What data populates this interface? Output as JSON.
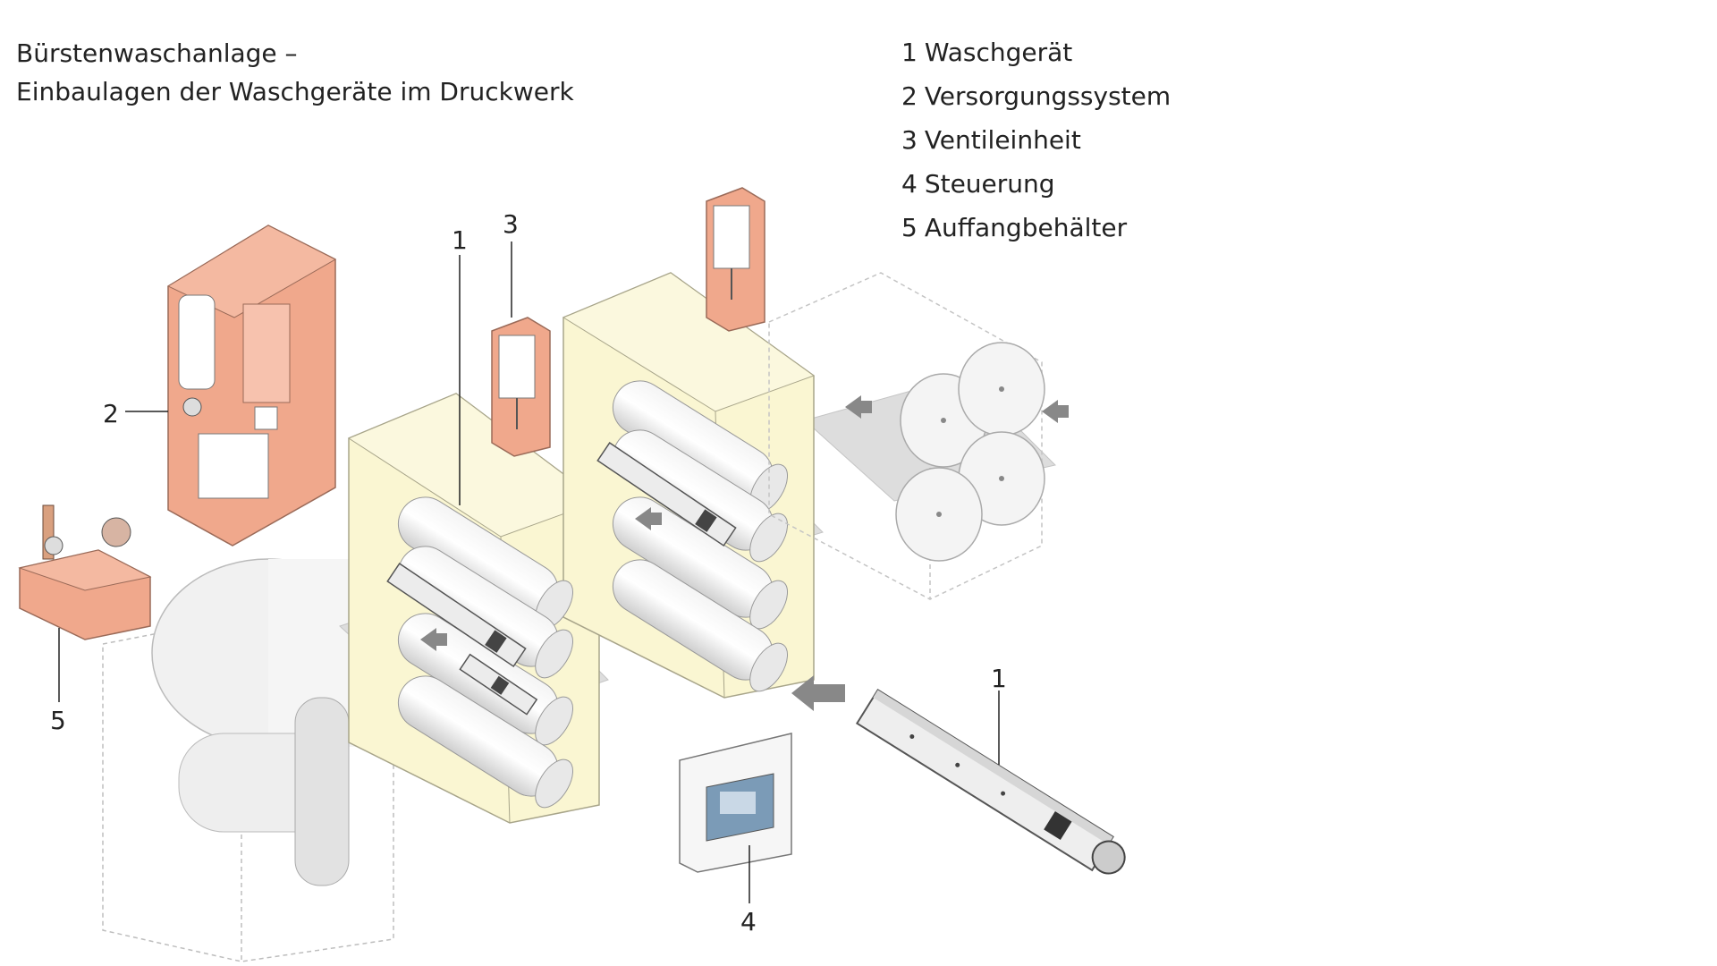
{
  "title": {
    "line1": "Bürstenwaschanlage –",
    "line2": "Einbaulagen der Waschgeräte im Druckwerk"
  },
  "legend": [
    {
      "num": "1",
      "label": "Waschgerät"
    },
    {
      "num": "2",
      "label": "Versorgungssystem"
    },
    {
      "num": "3",
      "label": "Ventileinheit"
    },
    {
      "num": "4",
      "label": "Steuerung"
    },
    {
      "num": "5",
      "label": "Auffangbehälter"
    }
  ],
  "callouts": {
    "washer_top": "1",
    "valve": "3",
    "supply": "2",
    "tank": "5",
    "washer_bottom": "1",
    "control": "4"
  },
  "colors": {
    "cabinet": "#f0a88c",
    "print_unit": "#faf6d2",
    "web": "#d9d9d9",
    "outline": "#b5b5b5"
  }
}
